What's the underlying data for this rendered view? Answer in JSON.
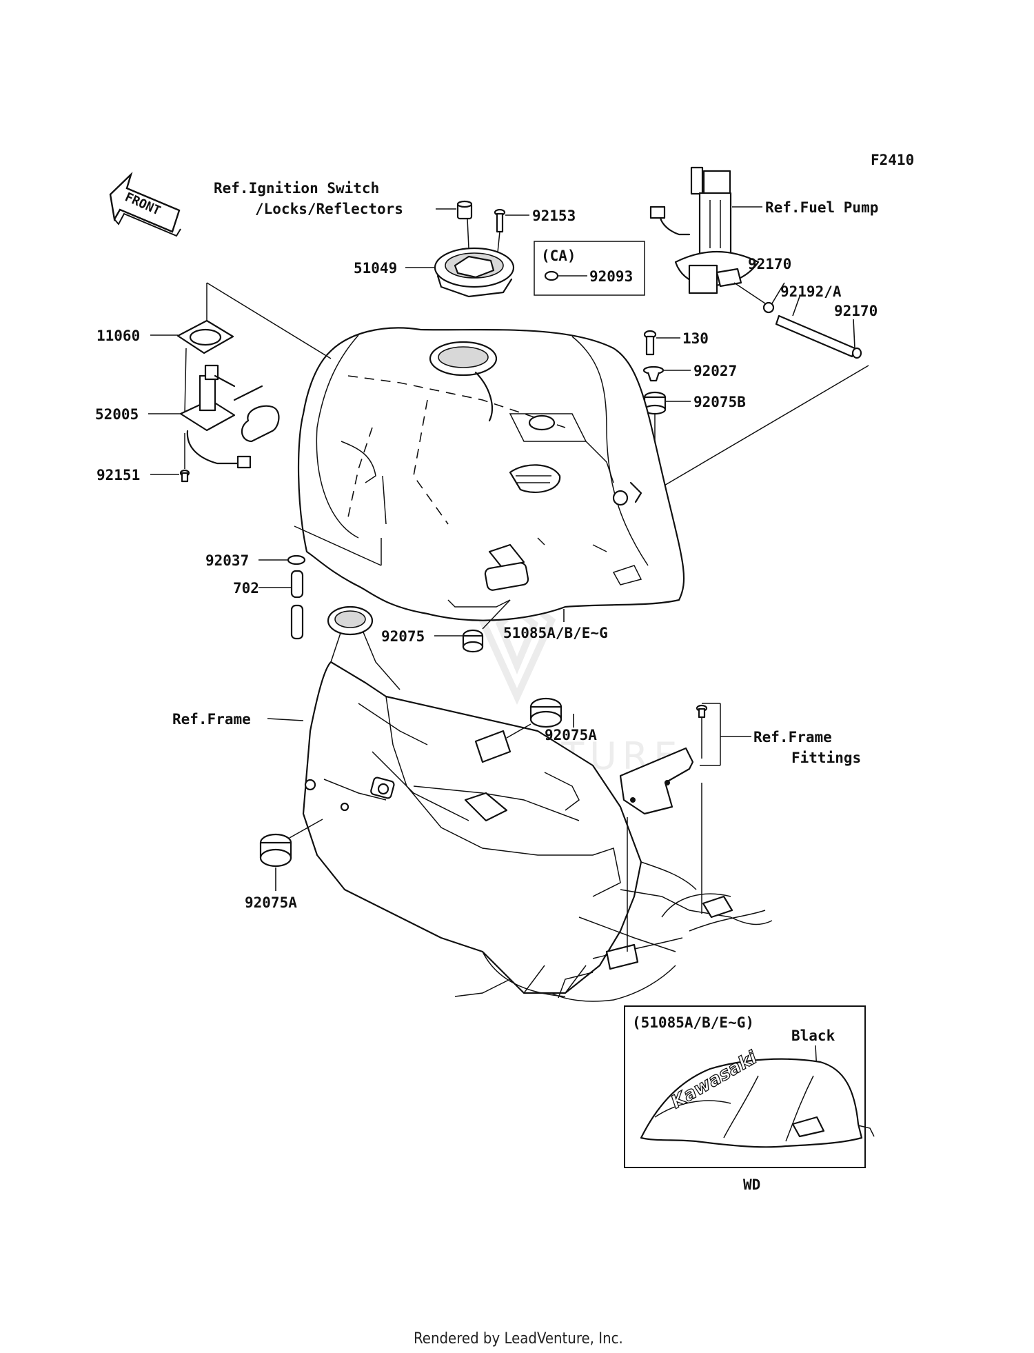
{
  "diagram_code": "F2410",
  "front_label": "FRONT",
  "refs": {
    "ignition_line1": "Ref.Ignition Switch",
    "ignition_line2": "/Locks/Reflectors",
    "fuel_pump": "Ref.Fuel Pump",
    "frame": "Ref.Frame",
    "frame_fittings_line1": "Ref.Frame",
    "frame_fittings_line2": "Fittings"
  },
  "parts": {
    "p92153": "92153",
    "p51049": "51049",
    "p92093": "92093",
    "p92170_a": "92170",
    "p92192": "92192/A",
    "p92170_b": "92170",
    "p130": "130",
    "p92027": "92027",
    "p92075B": "92075B",
    "p11060": "11060",
    "p52005": "52005",
    "p92151": "92151",
    "p92037": "92037",
    "p702": "702",
    "p92075": "92075",
    "p51085": "51085A/B/E~G",
    "p92075A_a": "92075A",
    "p92075A_b": "92075A"
  },
  "ca_box_label": "(CA)",
  "inset": {
    "title": "(51085A/B/E~G)",
    "color_label": "Black",
    "brand_text": "Kawasaki",
    "caption": "WD"
  },
  "watermark_text": "LEADVENTURE",
  "footer": "Rendered by LeadVenture, Inc."
}
